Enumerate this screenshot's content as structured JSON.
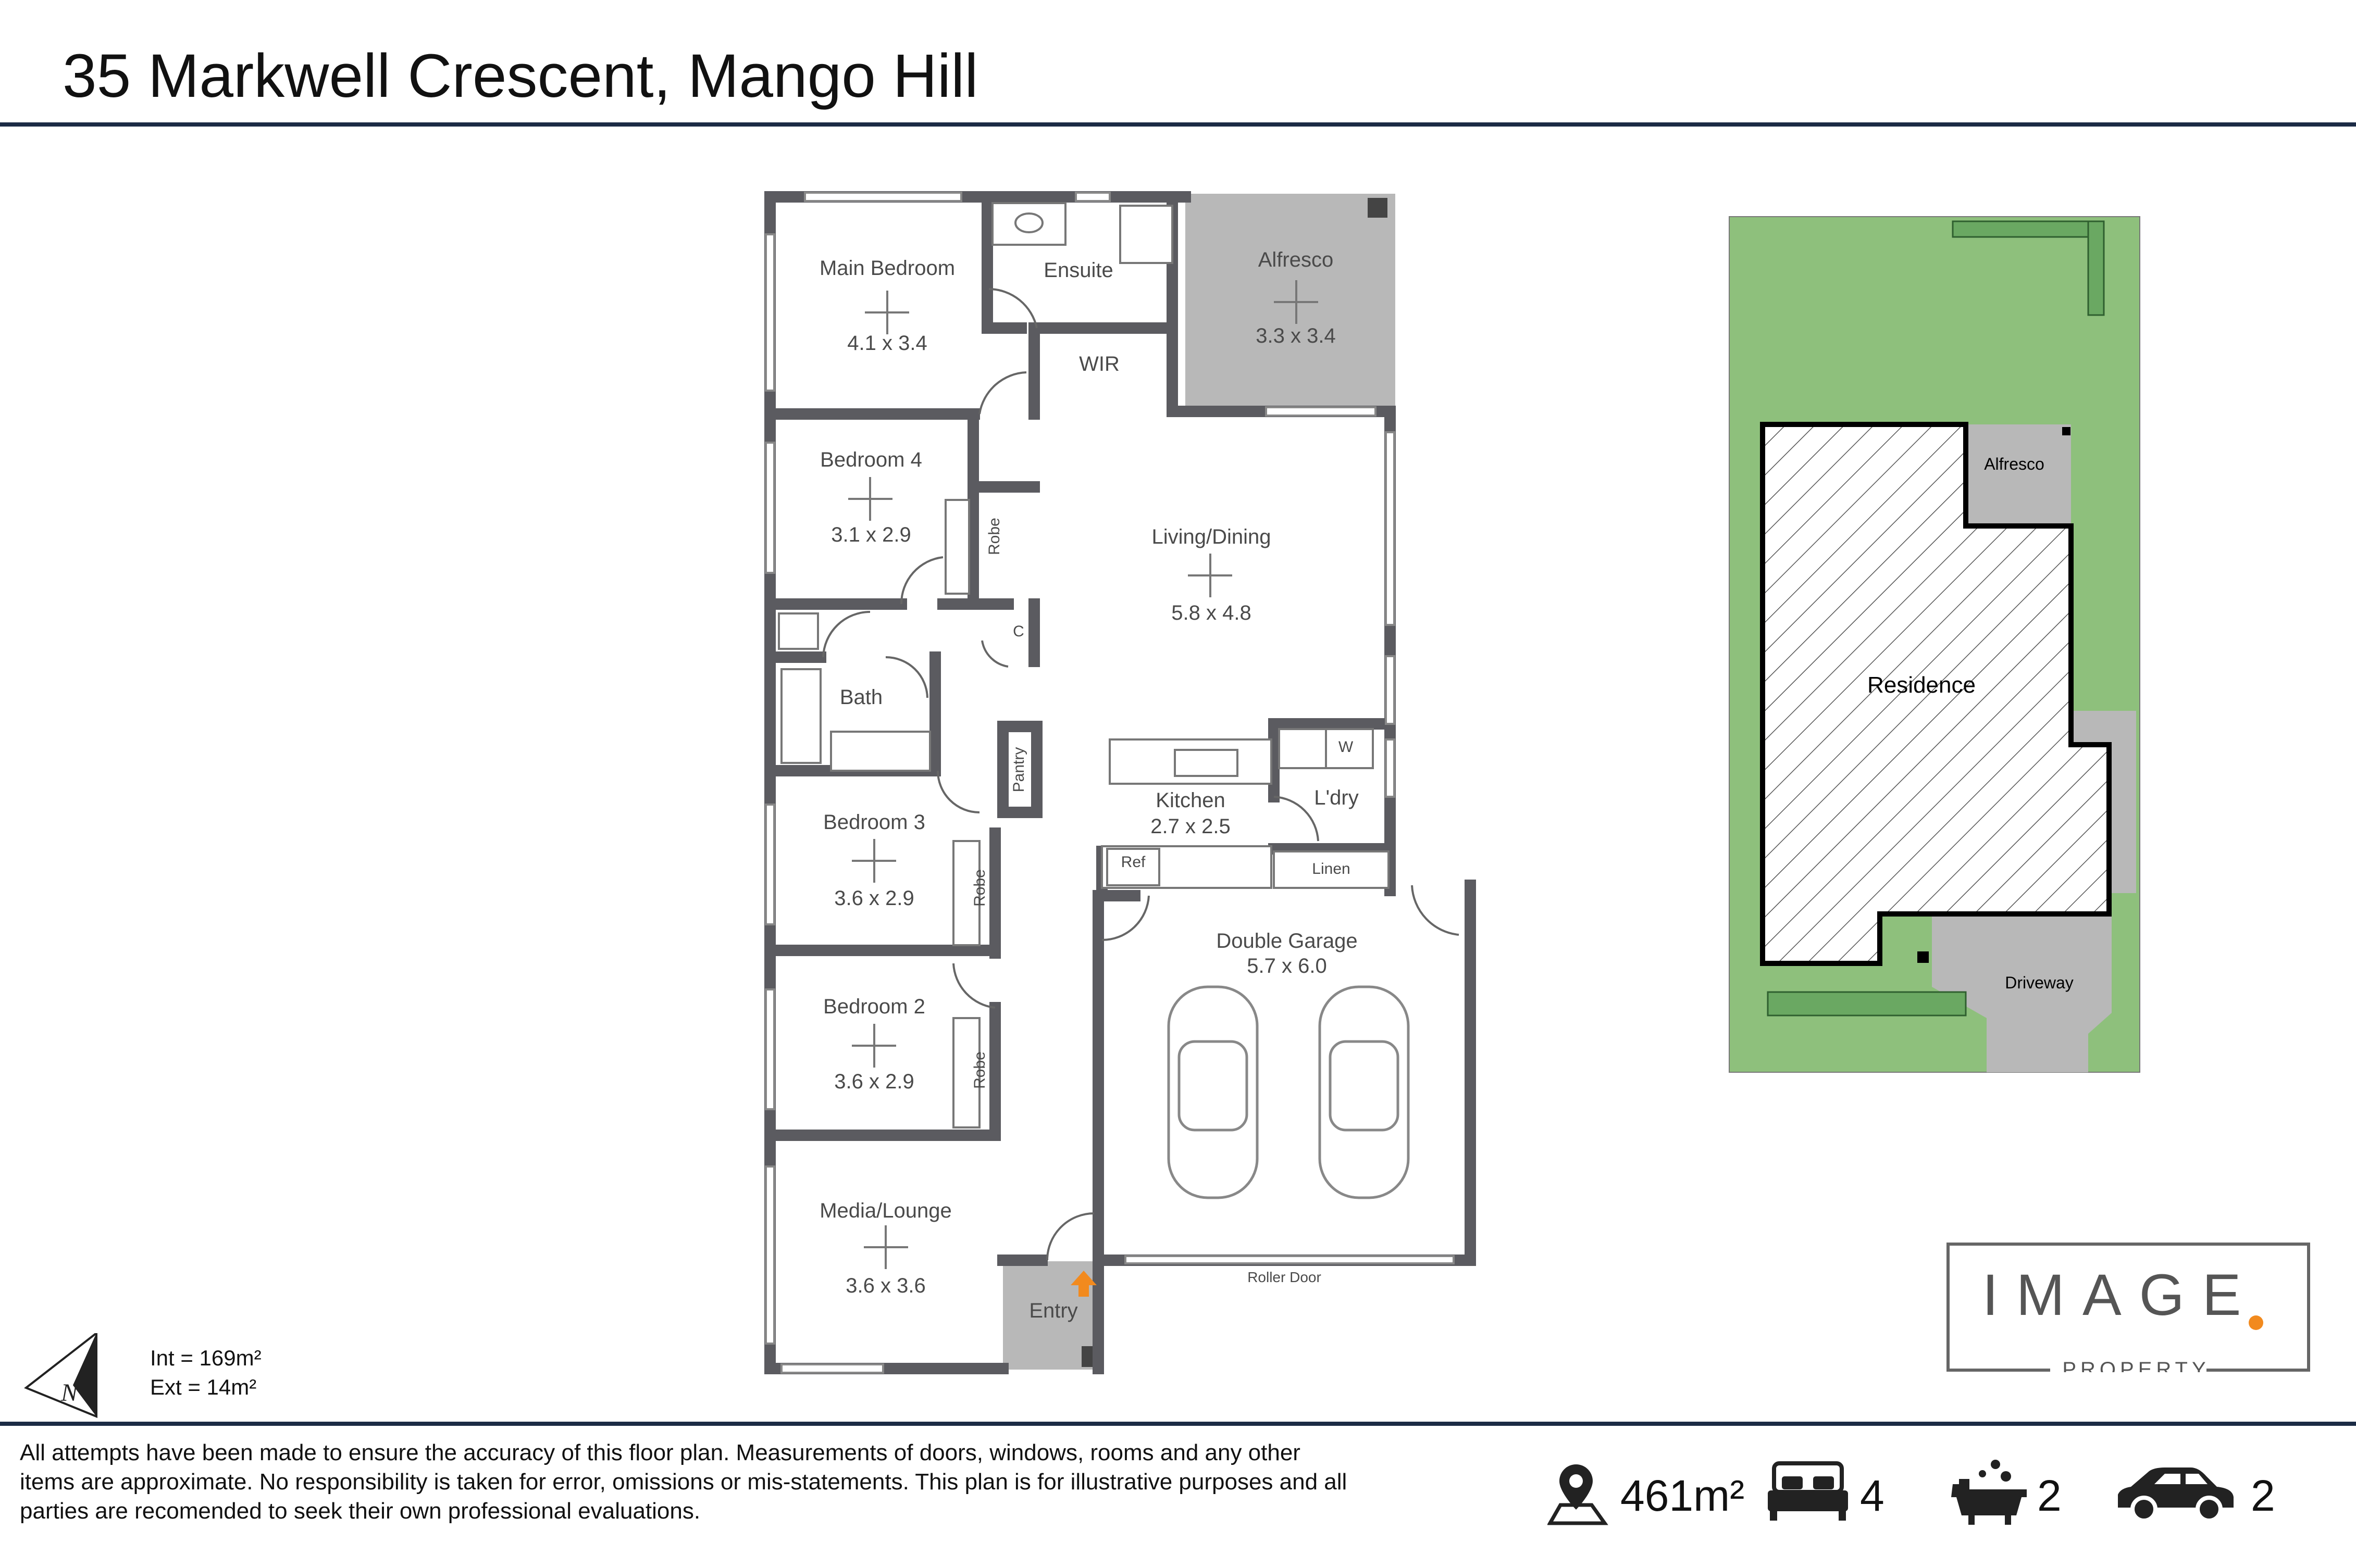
{
  "header": {
    "title": "35 Markwell Crescent, Mango Hill"
  },
  "floorplan": {
    "rooms": {
      "main_bedroom": {
        "name": "Main Bedroom",
        "size": "4.1 x 3.4"
      },
      "ensuite": {
        "name": "Ensuite"
      },
      "wir": {
        "name": "WIR"
      },
      "alfresco": {
        "name": "Alfresco",
        "size": "3.3 x 3.4"
      },
      "bedroom4": {
        "name": "Bedroom 4",
        "size": "3.1 x 2.9"
      },
      "living": {
        "name": "Living/Dining",
        "size": "5.8 x 4.8"
      },
      "bath": {
        "name": "Bath"
      },
      "kitchen": {
        "name": "Kitchen",
        "size": "2.7 x 2.5"
      },
      "laundry": {
        "name": "L'dry"
      },
      "bedroom3": {
        "name": "Bedroom 3",
        "size": "3.6 x 2.9"
      },
      "bedroom2": {
        "name": "Bedroom 2",
        "size": "3.6 x 2.9"
      },
      "garage": {
        "name": "Double Garage",
        "size": "5.7 x 6.0"
      },
      "media": {
        "name": "Media/Lounge",
        "size": "3.6 x 3.6"
      },
      "entry": {
        "name": "Entry"
      }
    },
    "small_labels": {
      "robe": "Robe",
      "cupboard": "C",
      "pantry": "Pantry",
      "ref": "Ref",
      "washer": "W",
      "linen": "Linen",
      "roller_door": "Roller Door"
    }
  },
  "site_plan": {
    "residence": "Residence",
    "alfresco": "Alfresco",
    "driveway": "Driveway"
  },
  "area": {
    "internal": "Int = 169m²",
    "external": "Ext = 14m²"
  },
  "compass": {
    "north": "N"
  },
  "logo": {
    "brand": "IMAGE",
    "sub": "PROPERTY",
    "accent": "#f28a1e"
  },
  "stats": {
    "land_area": "461m²",
    "bedrooms": "4",
    "bathrooms": "2",
    "cars": "2"
  },
  "disclaimer": "All attempts have been made to ensure the accuracy of this floor plan. Measurements of doors, windows, rooms and any other items are approximate. No responsibility is taken for error, omissions or mis-statements. This plan is for illustrative purposes and all parties are recomended to seek their own professional evaluations.",
  "colors": {
    "wall": "#5b5b60",
    "alfresco_fill": "#b8b8b8",
    "lawn": "#8ec07c",
    "header_rule": "#1b2b45"
  }
}
